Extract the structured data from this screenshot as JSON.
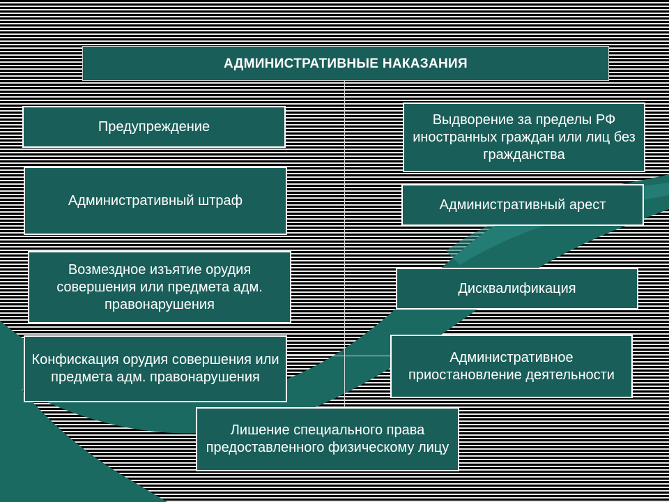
{
  "title": "АДМИНИСТРАТИВНЫЕ НАКАЗАНИЯ",
  "left": [
    "Предупреждение",
    "Административный штраф",
    "Возмездное изъятие орудия совершения или предмета адм. правонарушения",
    "Конфискация орудия совершения или предмета адм. правонарушения"
  ],
  "right": [
    "Выдворение за пределы РФ иностранных граждан или лиц без гражданства",
    "Административный арест",
    "Дисквалификация",
    "Административное приостановление деятельности"
  ],
  "bottom": "Лишение специального права предоставленного физическому лицу",
  "colors": {
    "box_fill": "#1a5e59",
    "swoosh_fill": "#1b6a62",
    "background_stripe_dark": "#000000",
    "background_stripe_light": "#e8e8e8"
  }
}
